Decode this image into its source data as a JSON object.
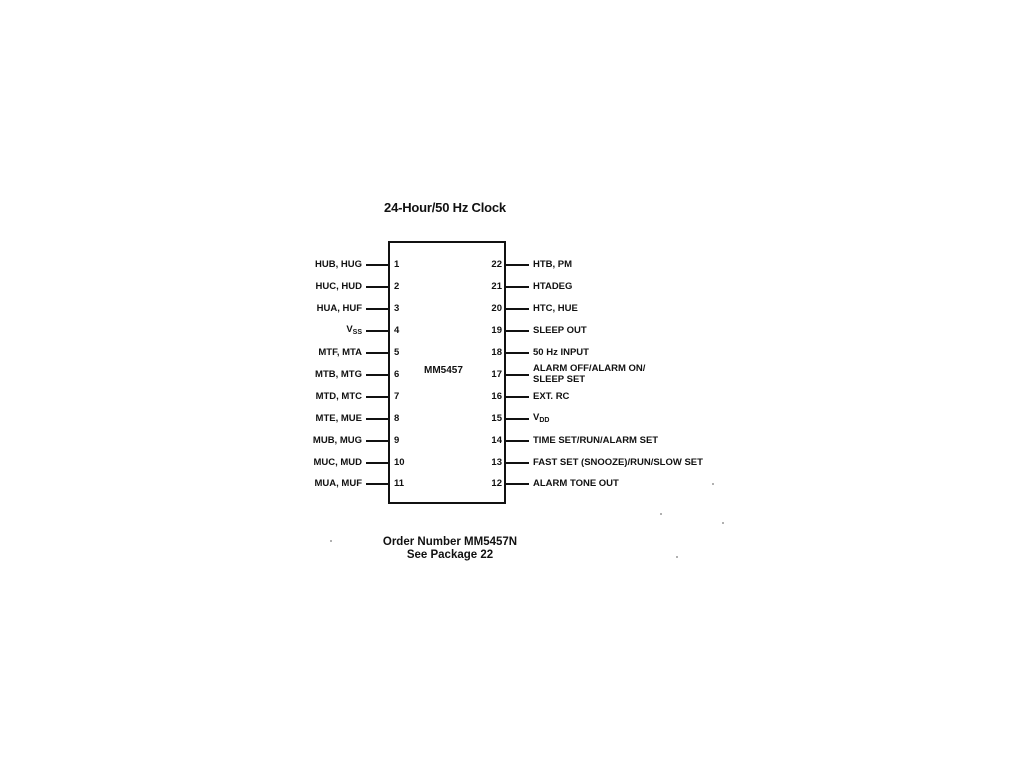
{
  "title": "24-Hour/50 Hz Clock",
  "chip": {
    "part_number": "MM5457"
  },
  "pins_left": [
    {
      "num": "1",
      "label": "HUB, HUG"
    },
    {
      "num": "2",
      "label": "HUC, HUD"
    },
    {
      "num": "3",
      "label": "HUA, HUF"
    },
    {
      "num": "4",
      "label_main": "V",
      "label_sub": "SS"
    },
    {
      "num": "5",
      "label": "MTF, MTA"
    },
    {
      "num": "6",
      "label": "MTB, MTG"
    },
    {
      "num": "7",
      "label": "MTD, MTC"
    },
    {
      "num": "8",
      "label": "MTE, MUE"
    },
    {
      "num": "9",
      "label": "MUB, MUG"
    },
    {
      "num": "10",
      "label": "MUC, MUD"
    },
    {
      "num": "11",
      "label": "MUA, MUF"
    }
  ],
  "pins_right": [
    {
      "num": "22",
      "label": "HTB, PM"
    },
    {
      "num": "21",
      "label": "HTADEG"
    },
    {
      "num": "20",
      "label": "HTC, HUE"
    },
    {
      "num": "19",
      "label": "SLEEP OUT"
    },
    {
      "num": "18",
      "label": "50 Hz INPUT"
    },
    {
      "num": "17",
      "label_line1": "ALARM OFF/ALARM ON/",
      "label_line2": "SLEEP SET"
    },
    {
      "num": "16",
      "label": "EXT. RC"
    },
    {
      "num": "15",
      "label_main": "V",
      "label_sub": "DD"
    },
    {
      "num": "14",
      "label": "TIME SET/RUN/ALARM SET"
    },
    {
      "num": "13",
      "label": "FAST SET (SNOOZE)/RUN/SLOW SET"
    },
    {
      "num": "12",
      "label": "ALARM TONE OUT"
    }
  ],
  "order": {
    "line1": "Order Number MM5457N",
    "line2": "See Package 22"
  }
}
